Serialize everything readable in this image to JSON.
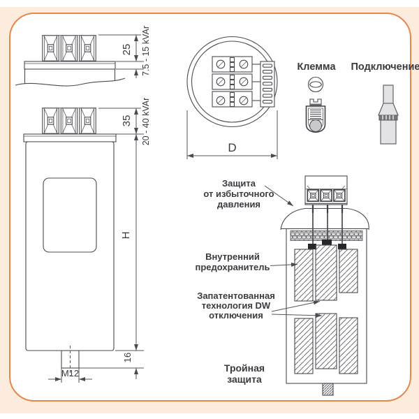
{
  "colors": {
    "accent_border": "#e6874b",
    "panel_background": "#fcecdd",
    "drawing_line": "#4b4b51",
    "text": "#3a3a40"
  },
  "side_views": {
    "small_unit": {
      "terminal_height": "25",
      "power_range": "7.5 - 15 kVAr"
    },
    "large_unit": {
      "terminal_height": "35",
      "power_range": "20 - 40 kVAr",
      "body_height": "H",
      "stud_length": "16",
      "stud_thread": "M12"
    }
  },
  "top_view": {
    "diameter": "D"
  },
  "legend": {
    "terminal_label": "Клемма",
    "connection_label": "Подключение"
  },
  "cutaway": {
    "overpressure": {
      "line1": "Защита",
      "line2": "от избыточного",
      "line3": "давления"
    },
    "internal_fuse": {
      "line1": "Внутренний",
      "line2": "предохранитель"
    },
    "dw_technology": {
      "line1": "Запатентованная",
      "line2": "технология DW",
      "line3": "отключения"
    },
    "triple_protection": {
      "line1": "Тройная",
      "line2": "защита"
    }
  }
}
